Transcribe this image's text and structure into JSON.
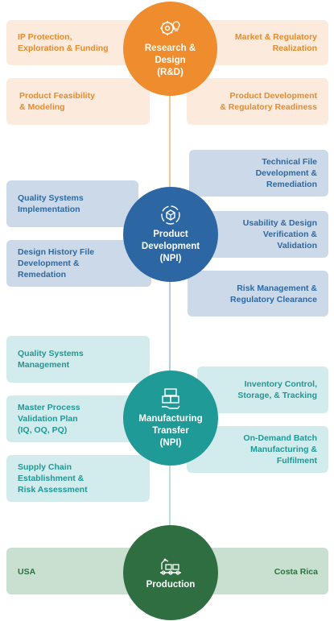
{
  "stages": {
    "rd": {
      "title": "Research &\nDesign\n(R&D)",
      "icon": "gear-lightbulb-icon",
      "color": "#ef8c2e",
      "left_items": [
        "IP Protection,\nExploration & Funding",
        "Product Feasibility\n& Modeling"
      ],
      "right_items": [
        "Market & Regulatory\nRealization",
        "Product Development\n& Regulatory Readiness"
      ]
    },
    "pd": {
      "title": "Product\nDevelopment\n(NPI)",
      "icon": "cube-cycle-icon",
      "color": "#2c67a4",
      "left_items": [
        "Quality Systems\nImplementation",
        "Design History File\nDevelopment &\nRemedation"
      ],
      "right_items": [
        "Technical File\nDevelopment &\nRemediation",
        "Usability & Design\nVerification &\nValidation",
        "Risk Management &\nRegulatory Clearance"
      ]
    },
    "mt": {
      "title": "Manufacturing\nTransfer\n(NPI)",
      "icon": "boxes-hand-icon",
      "color": "#1f9a96",
      "left_items": [
        "Quality Systems\nManagement",
        "Master Process\nValidation Plan\n(IQ, OQ, PQ)",
        "Supply Chain\nEstablishment &\nRisk Assessment"
      ],
      "right_items": [
        "Inventory Control,\nStorage, & Tracking",
        "On-Demand Batch\nManufacturing &\nFulfilment"
      ]
    },
    "prod": {
      "title": "Production",
      "icon": "factory-robot-icon",
      "color": "#2e6e40",
      "left_label": "USA",
      "right_label": "Costa Rica"
    }
  }
}
